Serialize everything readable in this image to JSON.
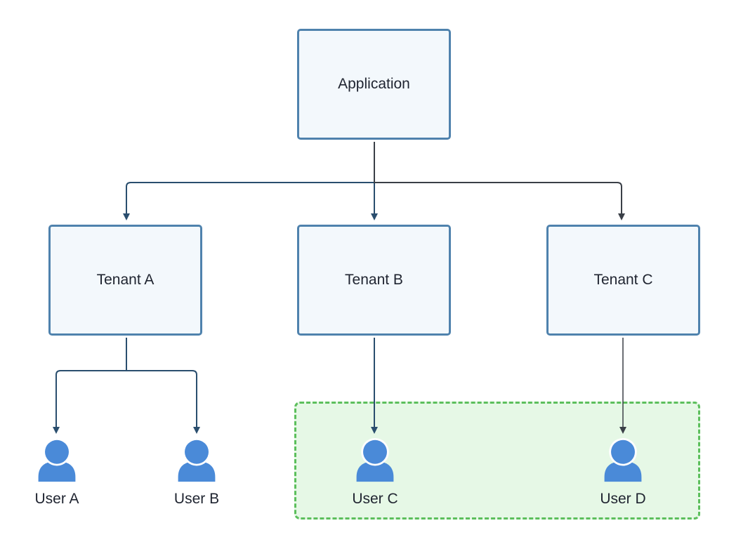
{
  "diagram": {
    "root": {
      "label": "Application"
    },
    "tenants": [
      {
        "label": "Tenant A"
      },
      {
        "label": "Tenant B"
      },
      {
        "label": "Tenant C"
      }
    ],
    "users": [
      {
        "label": "User A"
      },
      {
        "label": "User B"
      },
      {
        "label": "User C"
      },
      {
        "label": "User D"
      }
    ],
    "colors": {
      "node_border": "#4f82ad",
      "node_fill": "#f3f8fc",
      "connector": "#2a4e6e",
      "user_icon": "#4a8ad8",
      "group_fill": "#e6f8e6",
      "group_border": "#5cbf5c"
    },
    "icon": "user-icon"
  }
}
